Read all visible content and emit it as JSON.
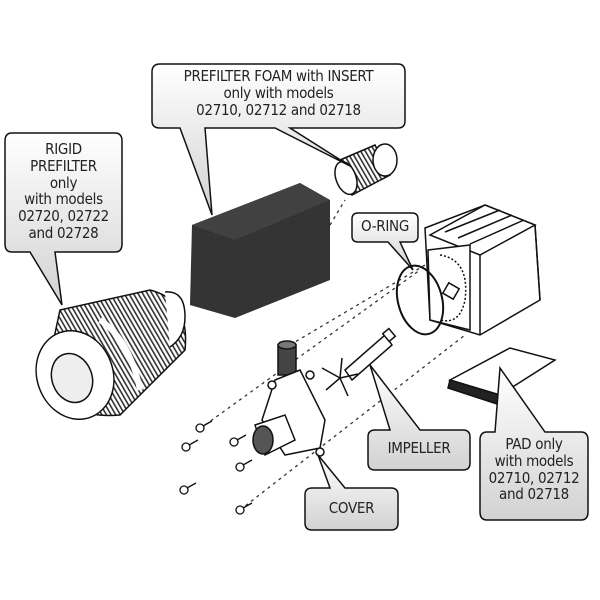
{
  "callouts": {
    "foam": {
      "line1": "PREFILTER FOAM with INSERT",
      "line2": "only with models",
      "line3": "02710, 02712 and 02718"
    },
    "rigid": {
      "line1": "RIGID",
      "line2": "PREFILTER",
      "line3": "only",
      "line4": "with models",
      "line5": "02720, 02722",
      "line6": "and 02728"
    },
    "oring": {
      "label": "O-RING"
    },
    "impeller": {
      "label": "IMPELLER"
    },
    "cover": {
      "label": "COVER"
    },
    "pad": {
      "line1": "PAD only",
      "line2": "with models",
      "line3": "02710, 02712",
      "line4": "and 02718"
    }
  },
  "colors": {
    "foam": "#2a2a2a",
    "callout_fill_top": "#ffffff",
    "callout_fill_bottom": "#d4d4d4",
    "ink": "#1a1a1a"
  }
}
